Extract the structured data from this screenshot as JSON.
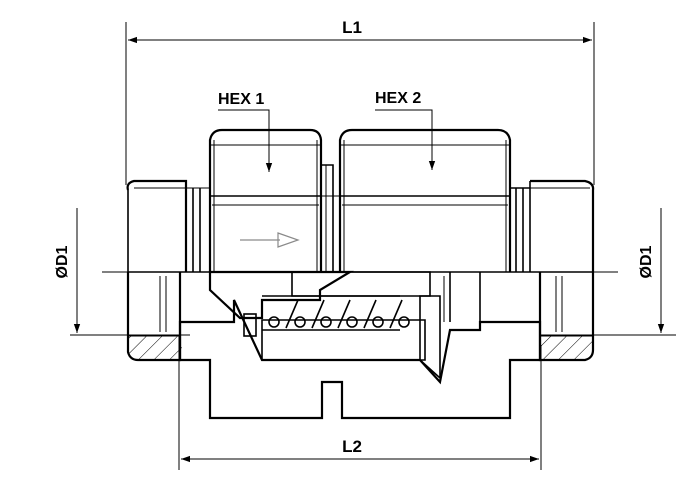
{
  "labels": {
    "l1": "L1",
    "l2": "L2",
    "hex1": "HEX 1",
    "hex2": "HEX 2",
    "od1_left": "ØD1",
    "od1_right": "ØD1"
  },
  "colors": {
    "line": "#000000",
    "flow_arrow": "#8a8a8a",
    "background": "#ffffff"
  },
  "icons": {
    "flow_direction": "right-arrow-icon"
  }
}
